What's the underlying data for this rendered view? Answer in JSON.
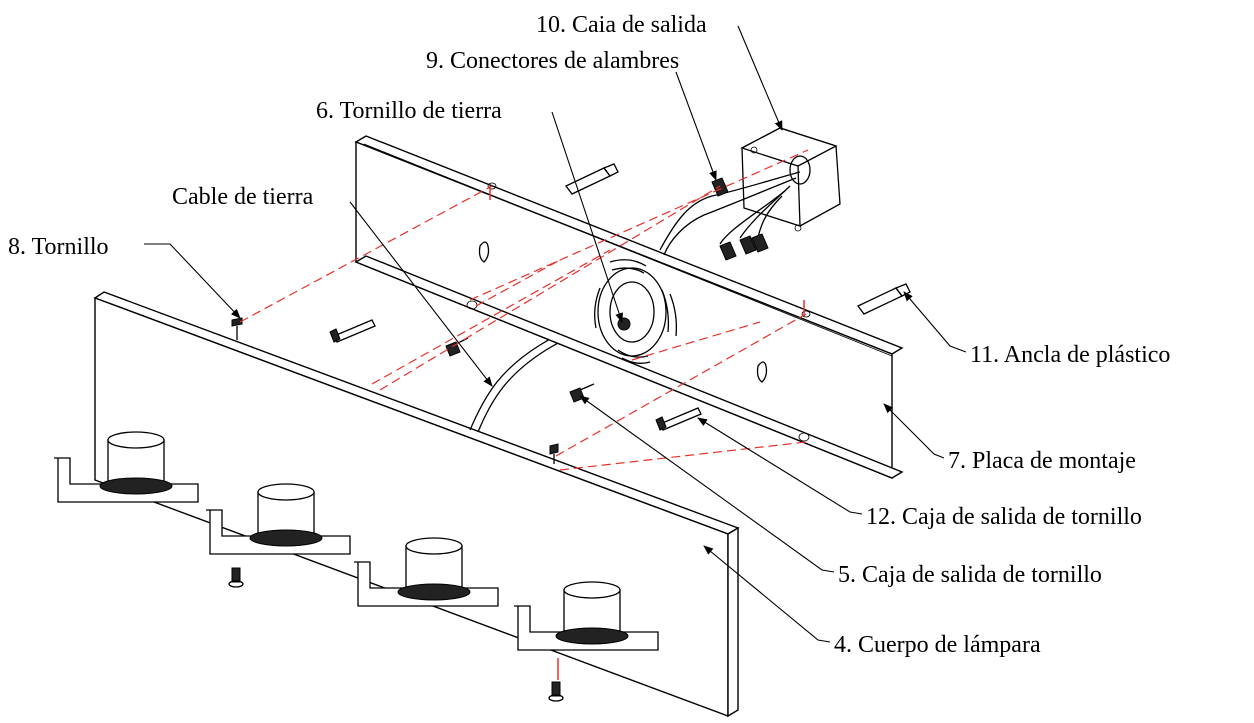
{
  "diagram": {
    "labels": {
      "outlet_box": "10. Caia de salida",
      "wire_connectors": "9. Conectores de alambres",
      "ground_screw": "6. Tornillo de tierra",
      "ground_cable": "Cable de tierra",
      "screw": "8. Tornillo",
      "plastic_anchor": "11. Ancla de plástico",
      "mounting_plate": "7. Placa de montaje",
      "outlet_box_screw_12": "12. Caja de salida de tornillo",
      "outlet_box_screw_5": "5. Caja de salida de tornillo",
      "lamp_body": "4. Cuerpo de lámpara"
    },
    "colors": {
      "line": "#000000",
      "guide": "#e8312b",
      "background": "#ffffff"
    }
  }
}
